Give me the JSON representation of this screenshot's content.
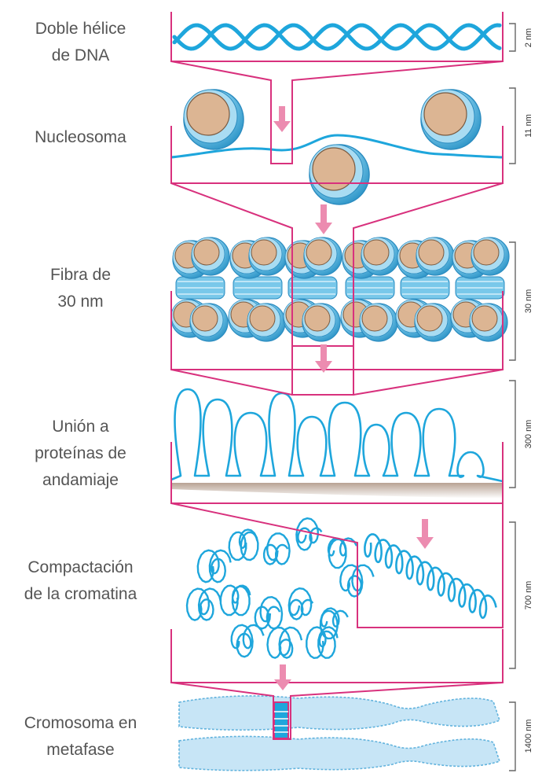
{
  "stages": [
    {
      "id": "dna",
      "label": "Doble hélice\nde DNA",
      "scale": "2 nm"
    },
    {
      "id": "nucleosome",
      "label": "Nucleosoma",
      "scale": "11 nm"
    },
    {
      "id": "fiber",
      "label": "Fibra de\n30 nm",
      "scale": "30 nm"
    },
    {
      "id": "scaffold",
      "label": "Unión a\nproteínas de\nandamiaje",
      "scale": "300 nm"
    },
    {
      "id": "compaction",
      "label": "Compactación\nde la cromatina",
      "scale": "700 nm"
    },
    {
      "id": "chromosome",
      "label": "Cromosoma en\nmetafase",
      "scale": "1400 nm"
    }
  ],
  "colors": {
    "frame": "#d8317d",
    "arrow": "#ec8cb0",
    "dna": "#1ea6dc",
    "histone_outer": "#79c8ea",
    "histone_core": "#dcb593",
    "chromosome": "#c7e5f6",
    "scaffold": "#cdb9ab"
  }
}
